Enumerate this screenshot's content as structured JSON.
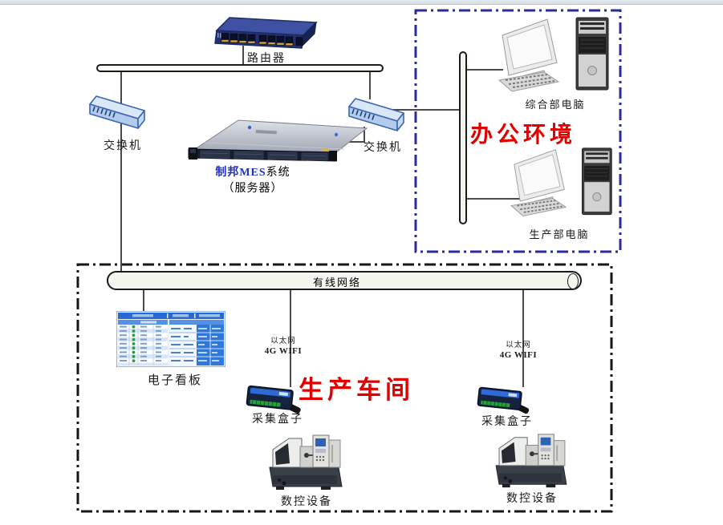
{
  "labels": {
    "router": "路由器",
    "switch": "交换机",
    "server_brand": "制邦MES",
    "server_rest": "系统",
    "server_sub": "（服务器）",
    "office_zone": "办公环境",
    "pc_admin": "综合部电脑",
    "pc_prod": "生产部电脑",
    "wired_network": "有线网络",
    "kanban": "电子看板",
    "ethernet": "以太网",
    "wifi": "4G WIFI",
    "collector": "采集盒子",
    "cnc": "数控设备",
    "workshop_zone": "生产车间"
  },
  "colors": {
    "zone_text": "#e10000",
    "office_border": "#2b2ba0",
    "workshop_border": "#161616",
    "server_brand_text": "#2233bb",
    "connector_line": "#4a4a4a",
    "switch_fill": "#d9e7f8",
    "router_fill": "#25316f"
  }
}
